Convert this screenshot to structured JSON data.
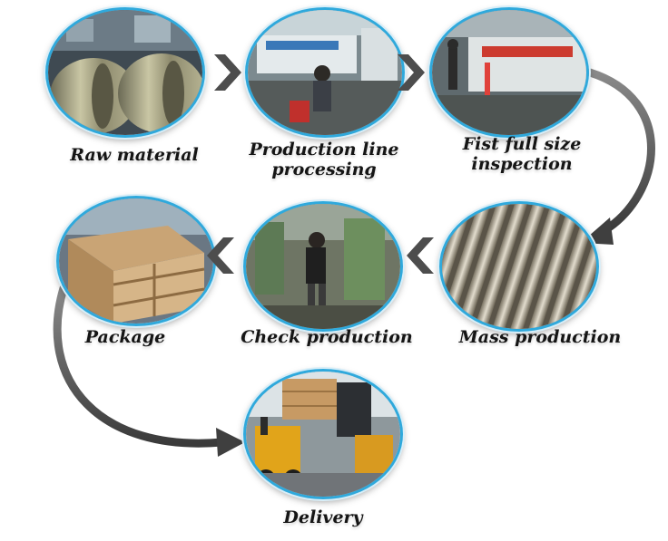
{
  "steps": [
    {
      "id": "raw-material",
      "label": "Raw material"
    },
    {
      "id": "production-line",
      "label_line1": "Production line",
      "label_line2": "processing"
    },
    {
      "id": "first-inspection",
      "label_line1": "Fist full size",
      "label_line2": "inspection"
    },
    {
      "id": "mass-production",
      "label": "Mass production"
    },
    {
      "id": "check-production",
      "label": "Check production"
    },
    {
      "id": "package",
      "label": "Package"
    },
    {
      "id": "delivery",
      "label": "Delivery"
    }
  ],
  "colors": {
    "ring": "#2fa9dc",
    "arrow": "#4d4d4d",
    "label_text": "#151515"
  }
}
